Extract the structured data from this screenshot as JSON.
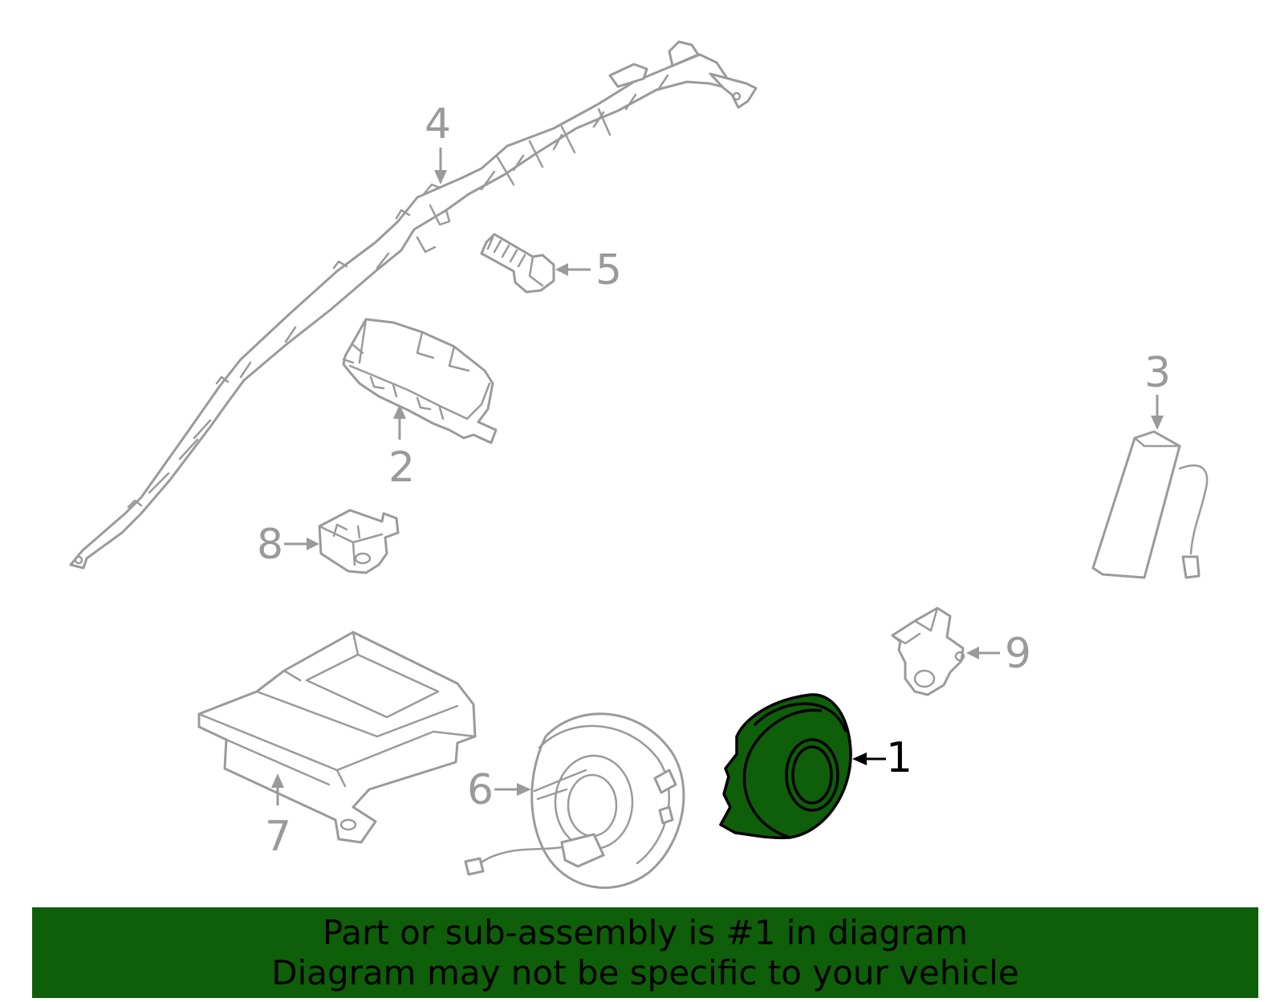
{
  "highlight_color": "#0f5e0a",
  "outline_color": "#9a9a9a",
  "callouts": [
    {
      "number": "1",
      "highlighted": true
    },
    {
      "number": "2"
    },
    {
      "number": "3"
    },
    {
      "number": "4"
    },
    {
      "number": "5"
    },
    {
      "number": "6"
    },
    {
      "number": "7"
    },
    {
      "number": "8"
    },
    {
      "number": "9"
    }
  ],
  "banner": {
    "line1": "Part or sub-assembly is #1 in diagram",
    "line2": "Diagram may not be specific to your vehicle"
  }
}
